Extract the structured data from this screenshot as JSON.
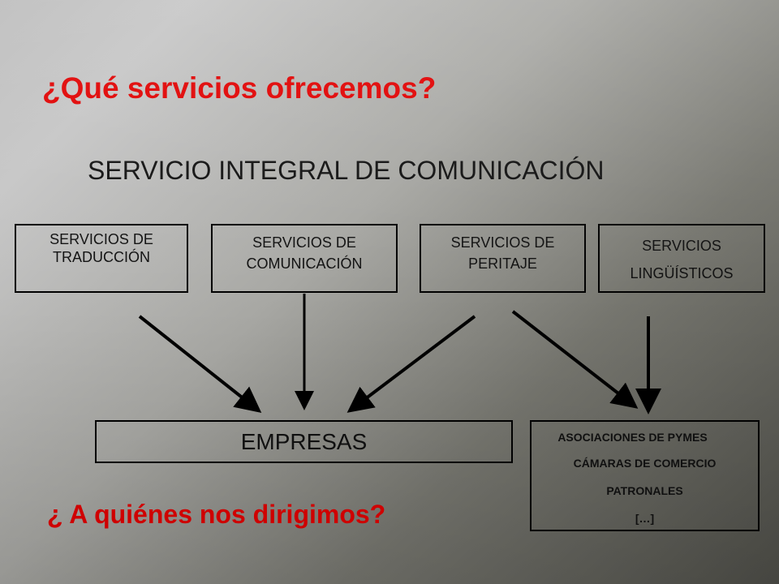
{
  "slide": {
    "title": "¿Qué servicios ofrecemos?",
    "subtitle": "SERVICIO INTEGRAL DE COMUNICACIÓN",
    "services": [
      {
        "lines": [
          "SERVICIOS DE",
          "TRADUCCIÓN"
        ]
      },
      {
        "lines": [
          "SERVICIOS DE",
          "COMUNICACIÓN"
        ]
      },
      {
        "lines": [
          "SERVICIOS DE",
          "PERITAJE"
        ]
      },
      {
        "lines": [
          "SERVICIOS",
          "LINGÜÍSTICOS"
        ]
      }
    ],
    "targets": {
      "empresas": "EMPRESAS",
      "asociaciones": [
        "ASOCIACIONES DE PYMES",
        "CÁMARAS DE COMERCIO",
        "PATRONALES",
        "[…]"
      ]
    },
    "question": "¿ A quiénes nos dirigimos?"
  },
  "colors": {
    "title": "#e00000",
    "text": "#111111",
    "arrow": "#000000"
  }
}
